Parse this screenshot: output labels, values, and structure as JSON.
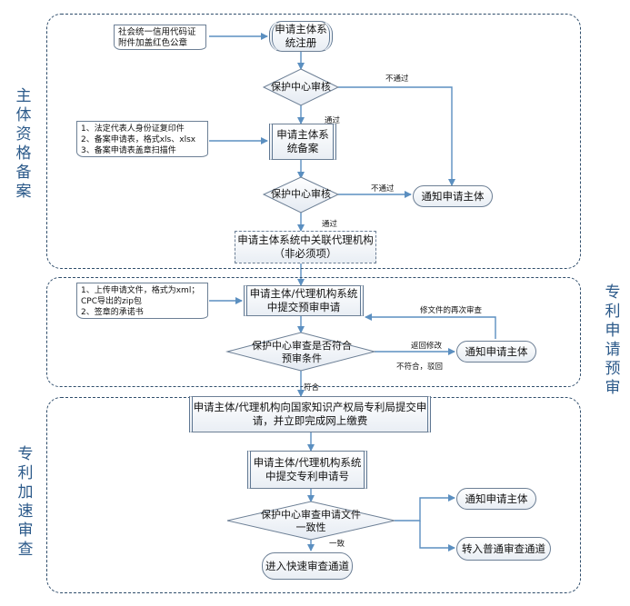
{
  "stages": [
    {
      "label": "主体资格备案"
    },
    {
      "label": "专利申请预审"
    },
    {
      "label": "专利加速审查"
    }
  ],
  "docs": {
    "red_seal": "社会统一信用代码证附件加盖红色公章",
    "filing_materials": [
      "1、法定代表人身份证复印件",
      "2、备案申请表，格式xls、xlsx",
      "3、备案申请表盖章扫描件"
    ],
    "prereview_materials": [
      "1、上传申请文件，格式为xml；",
      "CPC导出的zip包",
      "2、签章的承诺书"
    ]
  },
  "nodes": {
    "register": "申请主体系统注册",
    "review1": "保护中心审核",
    "filing": "申请主体系统备案",
    "review2": "保护中心审核",
    "notify1": "通知申请主体",
    "link_agency": "申请主体系统中关联代理机构（非必须项）",
    "submit_prereview": "申请主体/代理机构系统中提交预审申请",
    "review_prereview": "保护中心审查是否符合预审条件",
    "notify2": "通知申请主体",
    "submit_cnipa": "申请主体/代理机构向国家知识产权局专利局提交申请，并立即完成网上缴费",
    "submit_number": "申请主体/代理机构系统中提交专利申请号",
    "review_consistency": "保护中心审查申请文件一致性",
    "notify3": "通知申请主体",
    "normal_channel": "转入普通审查通道",
    "fast_channel": "进入快速审查通道"
  },
  "edge_labels": {
    "fail1": "不通过",
    "pass1": "通过",
    "fail2": "不通过",
    "pass2": "通过",
    "resubmit": "修文件的再次审查",
    "return_edit": "返回修改",
    "not_meet": "不符合，驳回",
    "meets": "符合",
    "consistent": "一致"
  },
  "colors": {
    "arrow": "#5b8fc0",
    "stage_border": "#2f4d6b",
    "stage_label": "#2c5a8a"
  }
}
